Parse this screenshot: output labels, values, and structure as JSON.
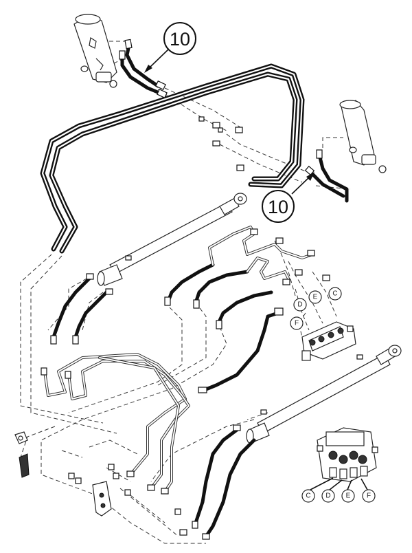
{
  "reference_callouts": [
    {
      "id": "ref-top",
      "label": "10"
    },
    {
      "id": "ref-right",
      "label": "10"
    }
  ],
  "port_callouts_main": [
    {
      "id": "D",
      "label": "D"
    },
    {
      "id": "E",
      "label": "E"
    },
    {
      "id": "C",
      "label": "C"
    },
    {
      "id": "F",
      "label": "F"
    }
  ],
  "port_callouts_inset": [
    {
      "id": "C",
      "label": "C"
    },
    {
      "id": "D",
      "label": "D"
    },
    {
      "id": "E",
      "label": "E"
    },
    {
      "id": "F",
      "label": "F"
    }
  ]
}
